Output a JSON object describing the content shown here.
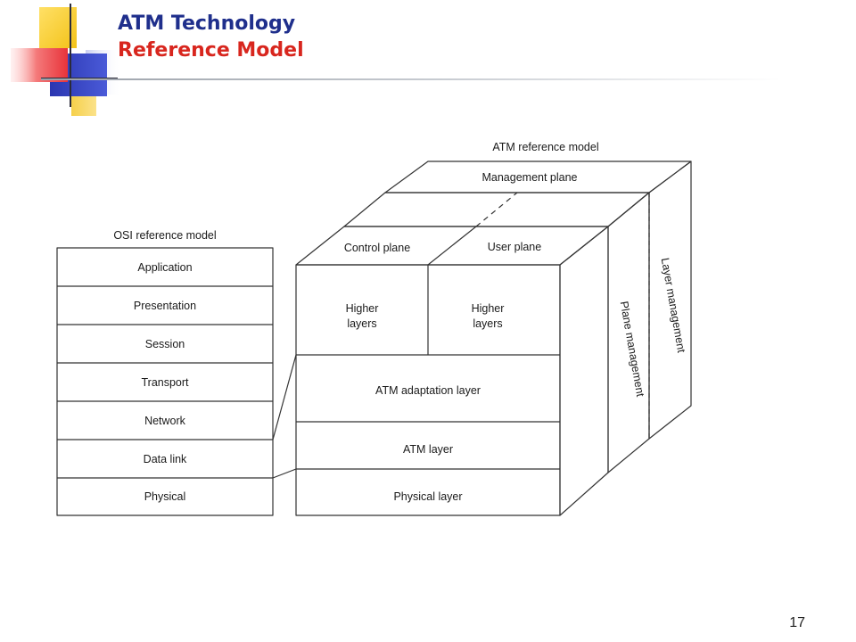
{
  "header": {
    "title_line1": "ATM Technology",
    "title_line2": "Reference Model",
    "colors": {
      "title_line1": "#1f2f8c",
      "title_line2": "#d8261e",
      "logo_yellow": "#f6cd2a",
      "logo_red": "#ef4a4a",
      "logo_blue": "#2f3fbf"
    }
  },
  "diagram": {
    "osi_model": {
      "title": "OSI reference model",
      "layers": [
        "Application",
        "Presentation",
        "Session",
        "Transport",
        "Network",
        "Data link",
        "Physical"
      ]
    },
    "atm_model": {
      "title": "ATM reference model",
      "management_plane": "Management plane",
      "control_plane": "Control plane",
      "user_plane": "User plane",
      "higher_layers_left": {
        "line1": "Higher",
        "line2": "layers"
      },
      "higher_layers_right": {
        "line1": "Higher",
        "line2": "layers"
      },
      "atm_adaptation_layer": "ATM adaptation layer",
      "atm_layer": "ATM layer",
      "physical_layer": "Physical layer",
      "plane_management": "Plane management",
      "layer_management": "Layer management"
    }
  },
  "footer": {
    "page_number": "17"
  }
}
